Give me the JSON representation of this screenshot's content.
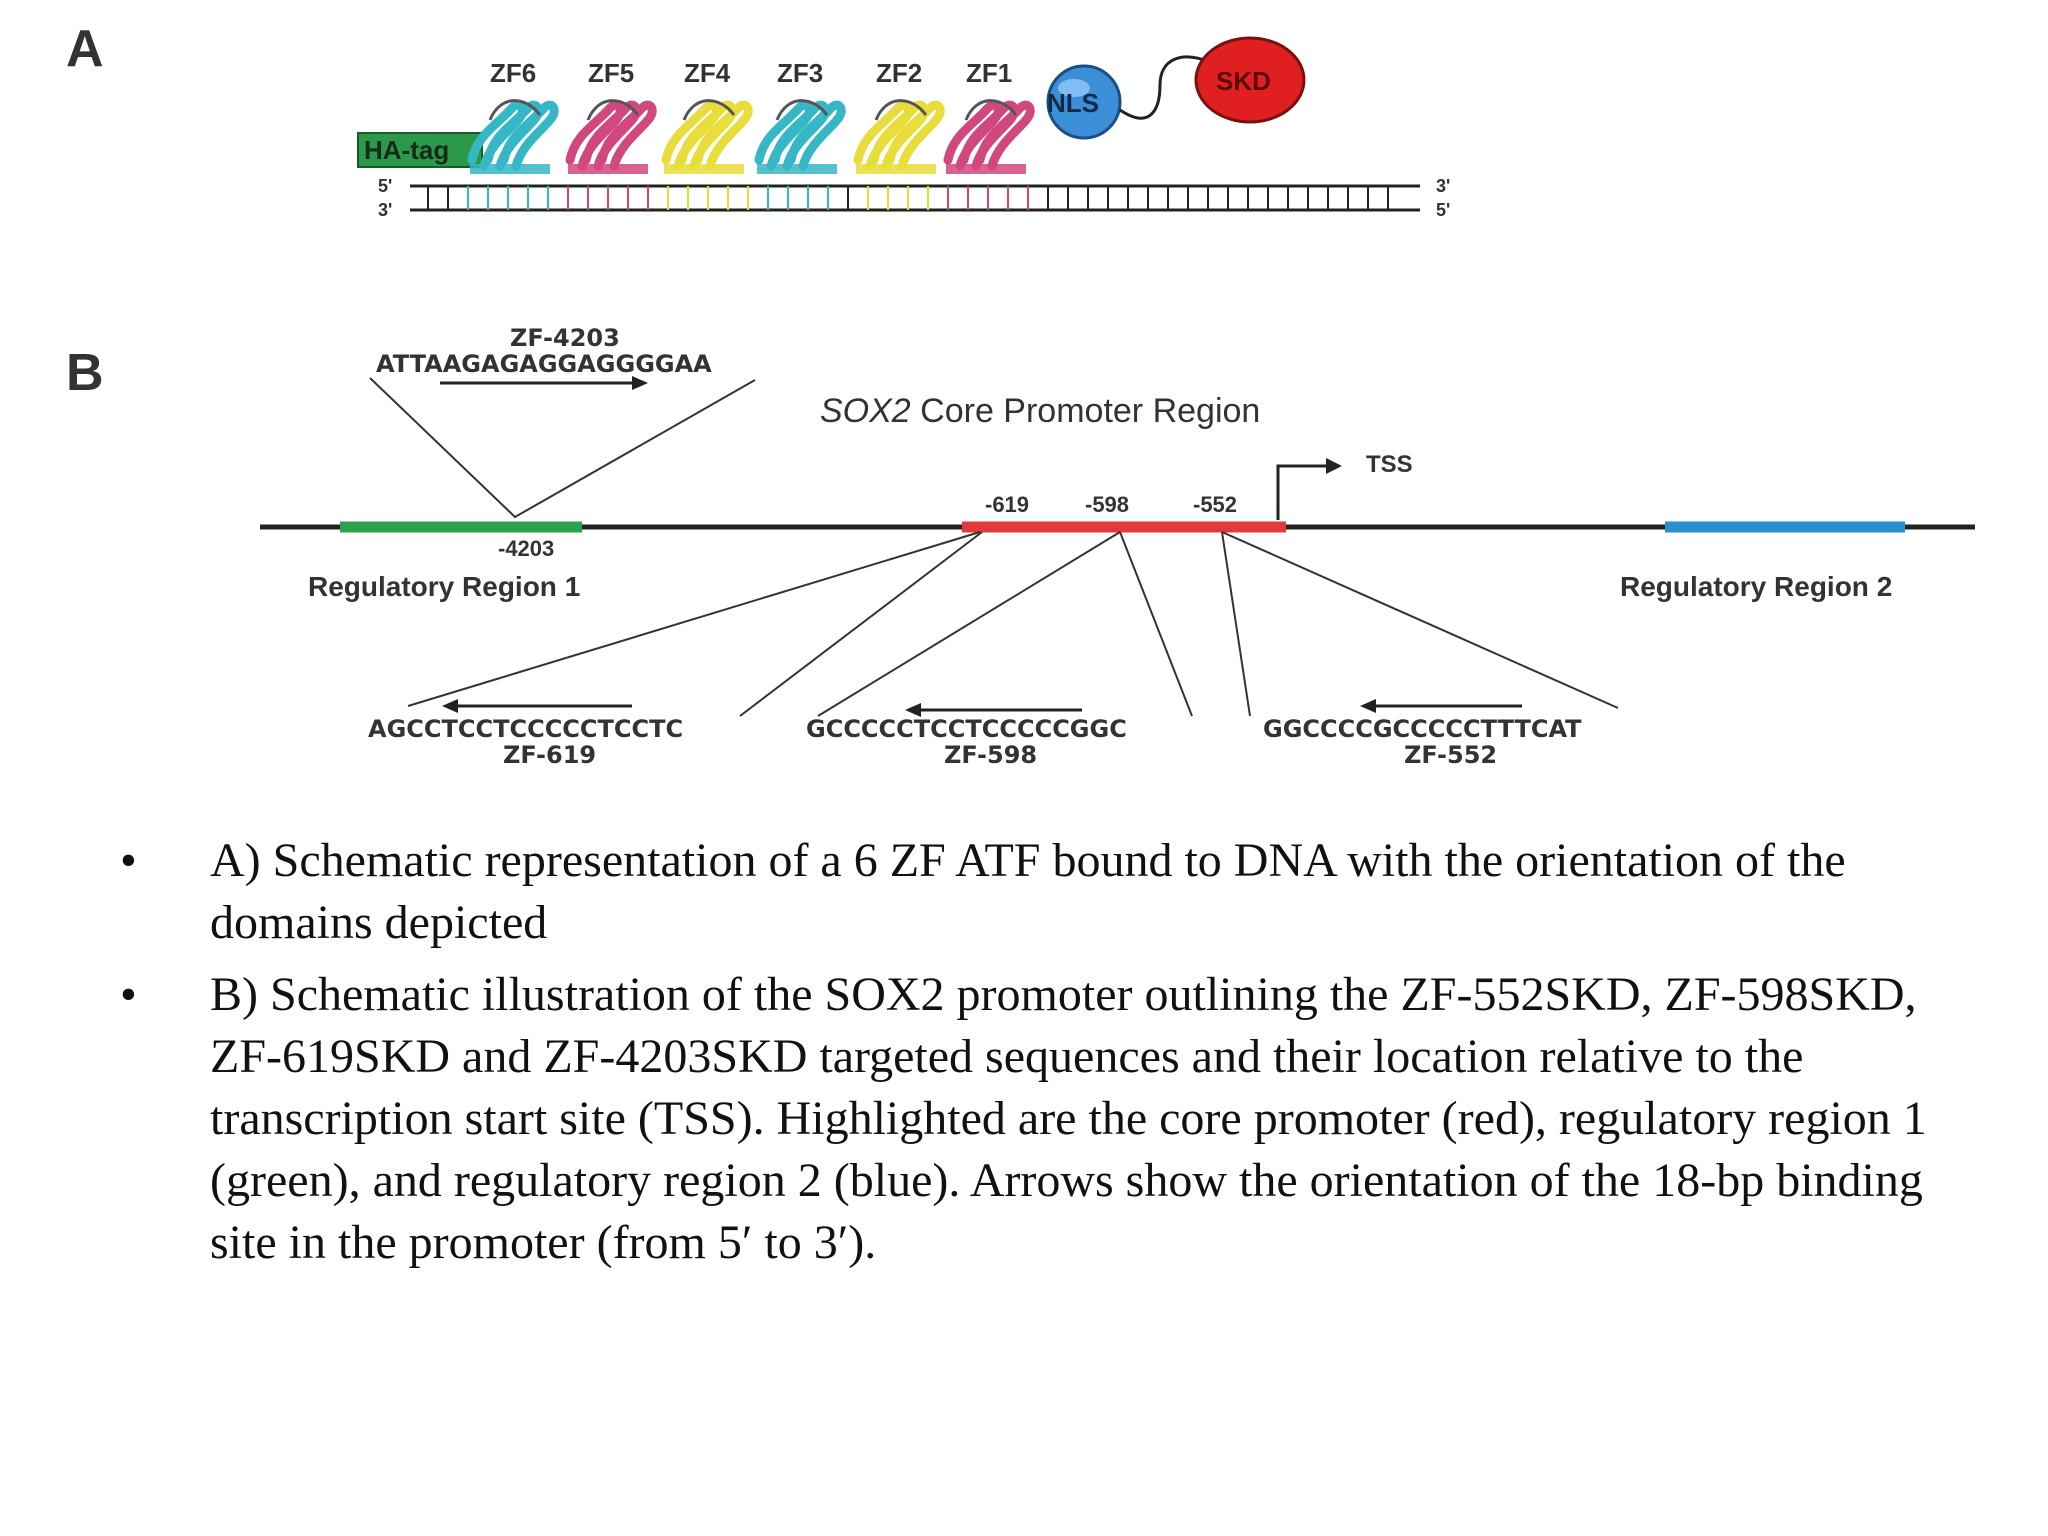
{
  "panel_a": {
    "letter": "A",
    "zf_labels": [
      "ZF6",
      "ZF5",
      "ZF4",
      "ZF3",
      "ZF2",
      "ZF1"
    ],
    "tag_label": "HA-tag",
    "nls_label": "NLS",
    "skd_label": "SKD",
    "strand_left_top": "5'",
    "strand_left_bottom": "3'",
    "strand_right_top": "3'",
    "strand_right_bottom": "5'",
    "colors": {
      "tag": "#2a9a4a",
      "nls": "#3b8fd6",
      "skd": "#e02020",
      "zf_cycle": [
        "#35b7c5",
        "#d1487f",
        "#e8dd3a",
        "#35b7c5",
        "#e8dd3a",
        "#d1487f"
      ]
    }
  },
  "panel_b": {
    "letter": "B",
    "title_italic": "SOX2",
    "title_rest": " Core Promoter Region",
    "tss_label": "TSS",
    "pos_619": "-619",
    "pos_598": "-598",
    "pos_552": "-552",
    "pos_4203": "-4203",
    "region1_label": "Regulatory Region 1",
    "region2_label": "Regulatory Region 2",
    "zf4203_name": "ZF-4203",
    "zf4203_seq": "ATTAAGAGAGGAGGGGAA",
    "zf619_seq": "AGCCTCCTCCCCCTCCTC",
    "zf619_name": "ZF-619",
    "zf598_seq": "GCCCCCTCCTCCCCCGGC",
    "zf598_name": "ZF-598",
    "zf552_seq": "GGCCCCGCCCCCTTTCAT",
    "zf552_name": "ZF-552",
    "colors": {
      "core": "#e23a3a",
      "region1": "#2ca24e",
      "region2": "#2a8fcf",
      "line": "#222222"
    }
  },
  "caption": {
    "bullet_a": "A) Schematic representation of a 6 ZF ATF bound to DNA with the orientation of the domains depicted",
    "bullet_b": "B) Schematic illustration of the SOX2 promoter outlining the ZF-552SKD, ZF-598SKD, ZF-619SKD and ZF-4203SKD targeted sequences and their location relative to the transcription start site (TSS). Highlighted are the core promoter (red), regulatory region 1 (green), and regulatory region 2 (blue). Arrows show the orientation of the 18-bp binding site in the promoter (from 5′ to 3′)."
  }
}
